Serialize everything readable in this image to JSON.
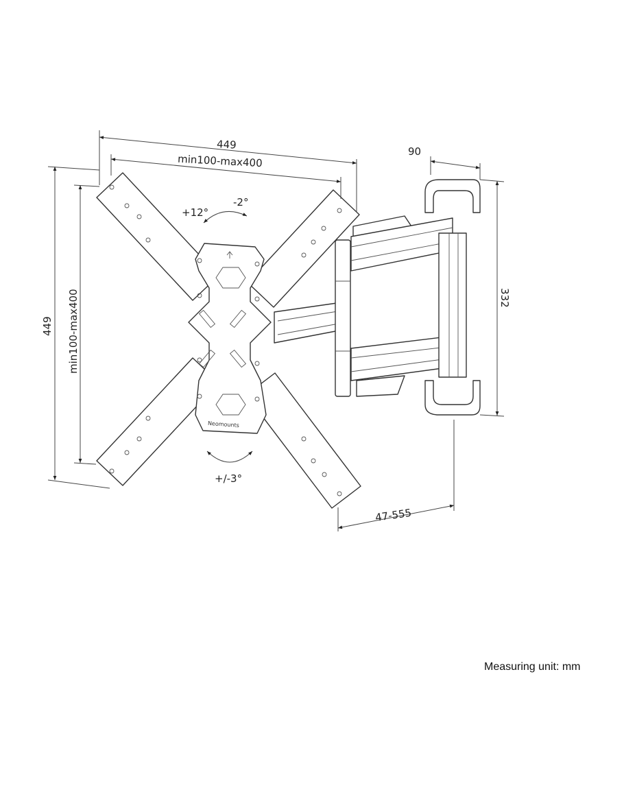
{
  "dimensions": {
    "overall_width": "449",
    "vesa_width": "min100-max400",
    "overall_height": "449",
    "vesa_height": "min100-max400",
    "wall_plate_depth": "90",
    "wall_plate_height": "332",
    "extension": "47-555"
  },
  "tilt": {
    "up": "+12°",
    "down": "-2°"
  },
  "rotation": "+/-3°",
  "brand": "Neomounts",
  "footer": {
    "unit_note": "Measuring unit: mm"
  }
}
